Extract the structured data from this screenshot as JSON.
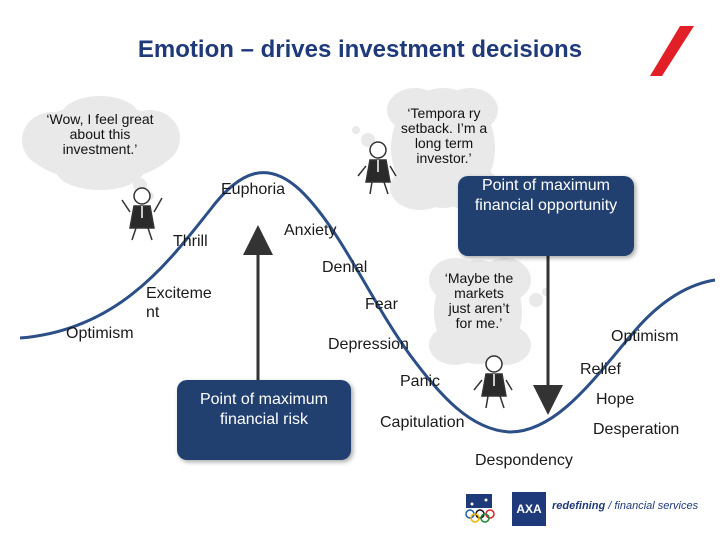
{
  "title": "Emotion – drives investment decisions",
  "stages": {
    "optimism_left": "Optimism",
    "excitement": "Exciteme\nnt",
    "thrill": "Thrill",
    "euphoria": "Euphoria",
    "anxiety": "Anxiety",
    "denial": "Denial",
    "fear": "Fear",
    "depression": "Depression",
    "panic": "Panic",
    "capitulation": "Capitulation",
    "despondency": "Despondency",
    "desperation": "Desperation",
    "hope": "Hope",
    "relief": "Relief",
    "optimism_right": "Optimism"
  },
  "bubbles": {
    "wow": "‘Wow, I feel great about this investment.’",
    "temporary": "‘Tempora ry setback. I’m a long term investor.’",
    "maybe": "‘Maybe the markets just aren’t for me.’"
  },
  "boxes": {
    "risk": "Point of maximum financial risk",
    "opportunity": "Point of maximum financial opportunity"
  },
  "footer": {
    "brand": "AXA",
    "tagline_bold": "redefining",
    "tagline_rest": "/ financial services"
  },
  "colors": {
    "title": "#1f3a7a",
    "box": "#22406f",
    "curve": "#2b4f86",
    "slash": "#e21f26",
    "bubble": "#e8e8e8"
  }
}
